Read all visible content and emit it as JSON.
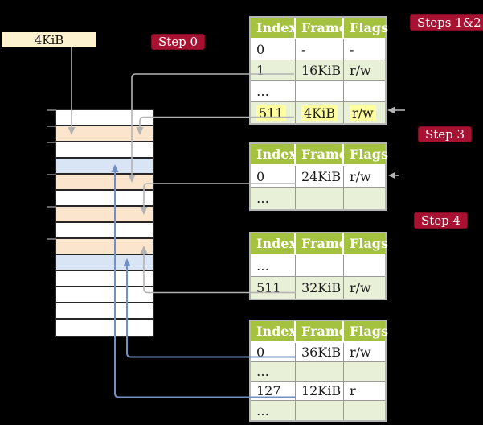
{
  "colors": {
    "background": "#000000",
    "box_cream": "#fdf2d0",
    "badge_red": "#a81232",
    "badge_border": "#7d0c24",
    "header_green": "#a4c13f",
    "row_green": "#e9f0d8",
    "row_white": "#ffffff",
    "mark_yellow": "#ffff9e",
    "table_border": "#b5b5b5",
    "cell_border": "#999999",
    "frame_peach": "#fce5cd",
    "frame_blue": "#d9e5f5",
    "memory_border": "#262626",
    "arrow_gray": "#b3b3b3",
    "arrow_blue": "#7290c6",
    "tick_gray": "#8a8a8a"
  },
  "page_box": {
    "label": "4KiB"
  },
  "badges": {
    "step0": "Step 0",
    "steps12": "Steps 1&2",
    "step3": "Step 3",
    "step4": "Step 4"
  },
  "memory": {
    "rows": [
      "white",
      "peach",
      "white",
      "blue",
      "peach",
      "white",
      "peach",
      "white",
      "peach",
      "blue",
      "white",
      "white",
      "white",
      "white"
    ]
  },
  "tables": {
    "t1": {
      "headers": [
        "Index",
        "Frame",
        "Flags"
      ],
      "rows": [
        {
          "cells": [
            "0",
            "-",
            "-"
          ],
          "shade": false
        },
        {
          "cells": [
            "1",
            "16KiB",
            "r/w"
          ],
          "shade": true
        },
        {
          "cells": [
            "…",
            "",
            ""
          ],
          "shade": false
        },
        {
          "cells": [
            "511",
            "4KiB",
            "r/w"
          ],
          "shade": true,
          "highlight": true
        }
      ]
    },
    "t2": {
      "headers": [
        "Index",
        "Frame",
        "Flags"
      ],
      "rows": [
        {
          "cells": [
            "0",
            "24KiB",
            "r/w"
          ],
          "shade": false
        },
        {
          "cells": [
            "…",
            "",
            ""
          ],
          "shade": true
        }
      ]
    },
    "t3": {
      "headers": [
        "Index",
        "Frame",
        "Flags"
      ],
      "rows": [
        {
          "cells": [
            "…",
            "",
            ""
          ],
          "shade": false
        },
        {
          "cells": [
            "511",
            "32KiB",
            "r/w"
          ],
          "shade": true
        }
      ]
    },
    "t4": {
      "headers": [
        "Index",
        "Frame",
        "Flags"
      ],
      "rows": [
        {
          "cells": [
            "0",
            "36KiB",
            "r/w"
          ],
          "shade": false
        },
        {
          "cells": [
            "…",
            "",
            ""
          ],
          "shade": true
        },
        {
          "cells": [
            "127",
            "12KiB",
            "r"
          ],
          "shade": false
        },
        {
          "cells": [
            "…",
            "",
            ""
          ],
          "shade": true
        }
      ]
    }
  },
  "connectors": [
    {
      "from": "page-size-box-4KiB",
      "to": "memory-frame-4KiB",
      "color": "gray"
    },
    {
      "from": "table1-row-1",
      "to": "memory-frame-16KiB",
      "color": "gray"
    },
    {
      "from": "table1-row-511",
      "to": "memory-frame-4KiB",
      "color": "gray"
    },
    {
      "from": "table2-row-0",
      "to": "memory-frame-24KiB",
      "color": "gray"
    },
    {
      "from": "table3-row-511",
      "to": "memory-frame-32KiB",
      "color": "gray"
    },
    {
      "from": "table4-row-0",
      "to": "memory-frame-36KiB",
      "color": "blue"
    },
    {
      "from": "table4-row-127",
      "to": "memory-frame-12KiB",
      "color": "blue"
    },
    {
      "from": "offscreen-right",
      "to": "table1-row-511",
      "color": "gray"
    },
    {
      "from": "offscreen-right",
      "to": "table2-row-0",
      "color": "gray"
    }
  ]
}
